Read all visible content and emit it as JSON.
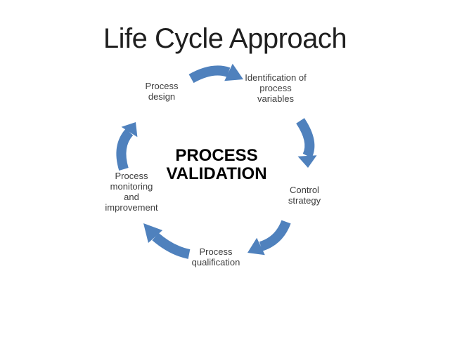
{
  "slide": {
    "title": "Life Cycle Approach",
    "center_label": "PROCESS VALIDATION",
    "cycle": {
      "steps": [
        {
          "id": "process-design",
          "label": "Process design"
        },
        {
          "id": "identification-of-process-variables",
          "label": "Identification of process variables"
        },
        {
          "id": "control-strategy",
          "label": "Control strategy"
        },
        {
          "id": "process-qualification",
          "label": "Process qualification"
        },
        {
          "id": "process-monitoring-and-improvement",
          "label": "Process monitoring and improvement"
        }
      ]
    },
    "colors": {
      "background": "#ffffff",
      "arrow": "#4f81bd",
      "title_text": "#1f1f1f",
      "label_text": "#3d3d3d",
      "center_text": "#000000"
    }
  }
}
